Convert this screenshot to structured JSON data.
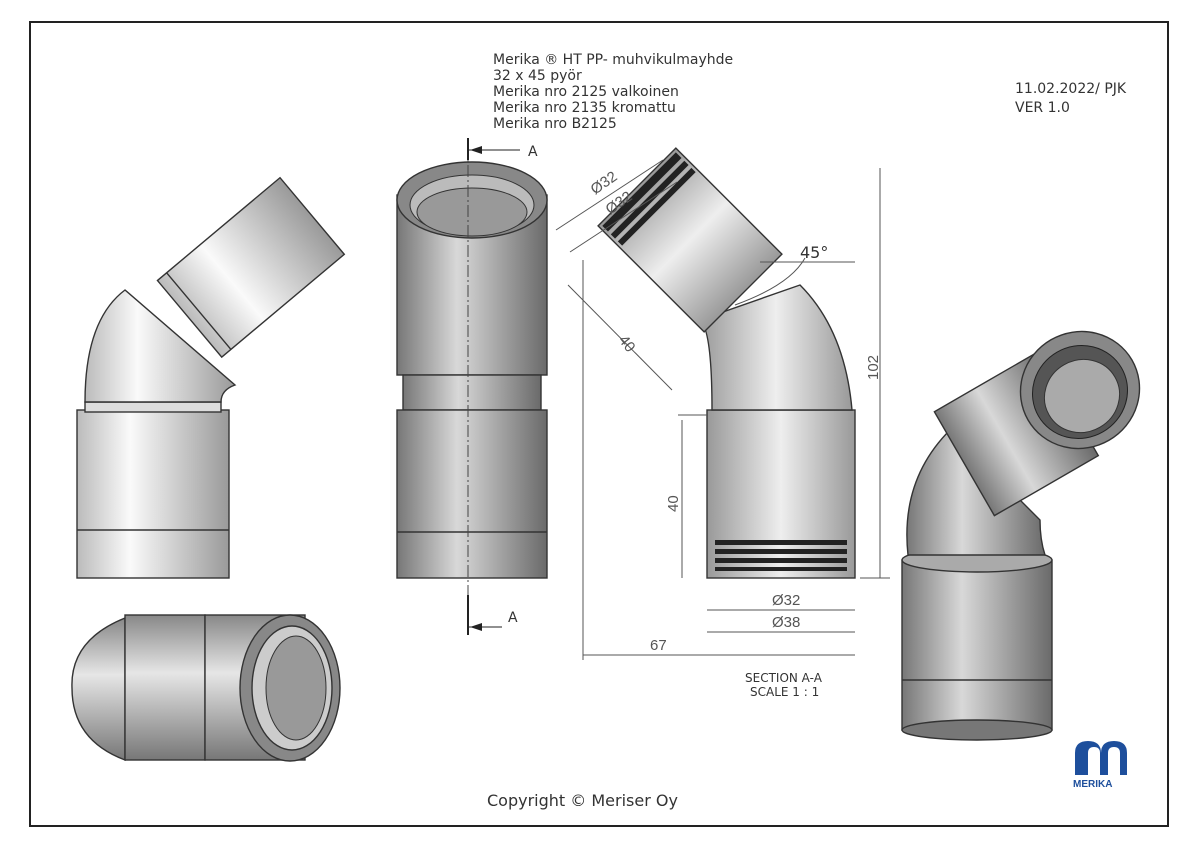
{
  "title_block": {
    "lines": [
      "Merika ® HT PP- muhvikulmayhde",
      "32 x 45 pyör",
      "Merika nro  2125  valkoinen",
      "Merika nro 2135 kromattu",
      "Merika nro B2125"
    ],
    "date": "11.02.2022/ PJK",
    "version": "VER 1.0"
  },
  "section": {
    "marker": "A",
    "label": "SECTION A-A",
    "scale": "SCALE 1 : 1",
    "angle": "45°",
    "dims": {
      "d_top_outer": "Ø32",
      "d_top_inner": "Ø32",
      "socket_len_top": "40",
      "height": "102",
      "socket_len_bottom": "40",
      "d_bottom_inner": "Ø32",
      "d_bottom_outer": "Ø38",
      "width": "67"
    }
  },
  "footer": {
    "copyright": "Copyright © Meriser Oy"
  },
  "logo": {
    "text": "MERIKA",
    "color": "#1e4f9c"
  }
}
